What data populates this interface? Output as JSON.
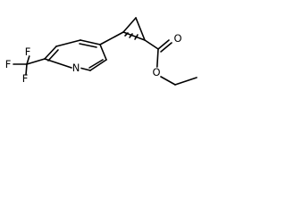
{
  "molecule": {
    "atoms": {
      "f_top": "F",
      "f_left": "F",
      "f_bottom": "F",
      "ring_n": "N",
      "o_carbonyl": "O",
      "o_ester": "O"
    }
  }
}
